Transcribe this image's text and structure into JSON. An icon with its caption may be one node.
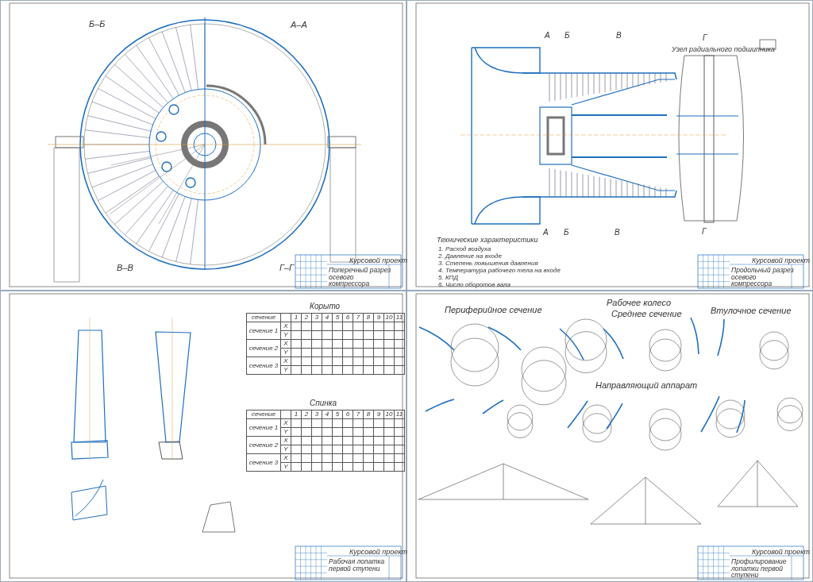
{
  "diagram": {
    "labels": [
      "Б–Б",
      "А–А",
      "В–В",
      "Г–Г",
      "Курсовой проект",
      "Поперечный разрез осевого компрессора",
      "А",
      "Б",
      "В",
      "Г",
      "Узел радиального подшипника",
      "А",
      "Б",
      "В",
      "Г",
      "Технические характеристики",
      "1. Расход воздуха",
      "2. Давление на входе",
      "3. Степень повышения давления",
      "4. Температура рабочего тела на входе",
      "5. КПД",
      "6. Число оборотов вала",
      "Курсовой проект",
      "Продольный разрез осевого компрессора",
      "Корыто",
      "сечение",
      "1",
      "2",
      "3",
      "4",
      "5",
      "6",
      "7",
      "8",
      "9",
      "10",
      "11",
      "сечение 1",
      "X",
      "Y",
      "сечение 2",
      "X",
      "Y",
      "сечение 3",
      "X",
      "Y",
      "Спинка",
      "сечение",
      "1",
      "2",
      "3",
      "4",
      "5",
      "6",
      "7",
      "8",
      "9",
      "10",
      "11",
      "сечение 1",
      "X",
      "Y",
      "сечение 2",
      "X",
      "Y",
      "сечение 3",
      "X",
      "Y",
      "Курсовой проект",
      "Рабочая лопатка первой ступени",
      "Рабочее колесо",
      "Периферийное сечение",
      "Среднее сечение",
      "Втулочное сечение",
      "Направляющий аппарат",
      "Курсовой проект",
      "Профилирование лопатки первой ступени"
    ]
  }
}
